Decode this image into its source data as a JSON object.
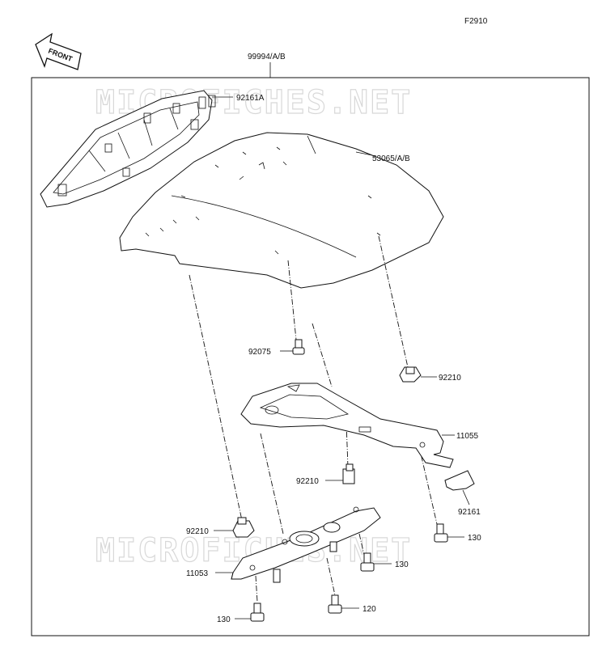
{
  "figure_code": "F2910",
  "front_badge": "FRONT",
  "assembly_label": "99994/A/B",
  "watermark": "MICROFICHES.NET",
  "callouts": {
    "frame_92161a": "92161A",
    "cover_53065": "53065/A/B",
    "bolt_92075": "92075",
    "nut_92210_top": "92210",
    "bracket_11055": "11055",
    "nut_92210_mid": "92210",
    "pad_92161": "92161",
    "nut_92210_left": "92210",
    "bolt_130_right": "130",
    "bolt_130_mid": "130",
    "bracket_11053": "11053",
    "bolt_120": "120",
    "bolt_130_bottom": "130"
  },
  "colors": {
    "line": "#111111",
    "watermark": "#d8d8d8",
    "background": "#ffffff"
  }
}
